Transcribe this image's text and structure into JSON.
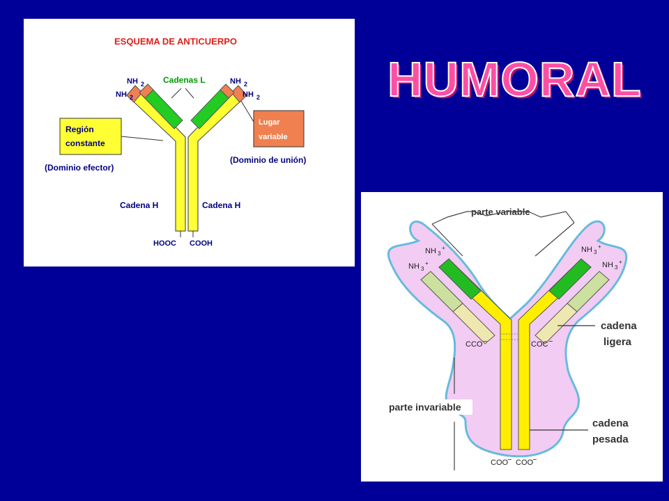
{
  "slide": {
    "title": "HUMORAL",
    "colors": {
      "background": "#000099",
      "title": "#ff4fa3"
    }
  },
  "diagram1": {
    "heading": "ESQUEMA DE ANTICUERPO",
    "light_chains_label": "Cadenas L",
    "nh2_label": "NH",
    "nh2_sub": "2",
    "constant_region_line1": "Región",
    "constant_region_line2": "constante",
    "effector_domain": "(Dominio efector)",
    "variable_site_line1": "Lugar",
    "variable_site_line2": "variable",
    "binding_domain": "(Dominio de unión)",
    "heavy_chain_left": "Cadena H",
    "heavy_chain_right": "Cadena H",
    "hooc_label": "HOOC",
    "cooh_label": "COOH"
  },
  "diagram2": {
    "variable_part": "parte variable",
    "nh3_label": "NH",
    "nh3_sub": "3",
    "nh3_sup": "+",
    "cco_label": "CCO",
    "coc_label": "COC",
    "minus": "−",
    "light_chain_line1": "cadena",
    "light_chain_line2": "ligera",
    "invariable_part": "parte invariable",
    "heavy_chain_line1": "cadena",
    "heavy_chain_line2": "pesada",
    "coo_label_left": "COO",
    "coo_label_right": "COO"
  }
}
